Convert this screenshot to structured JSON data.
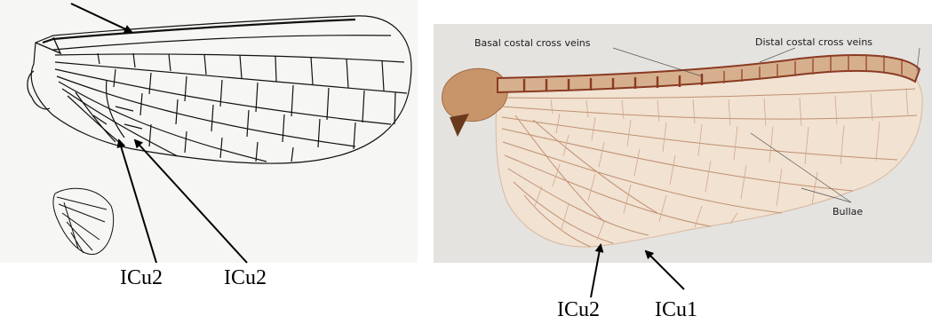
{
  "left_panel": {
    "labels": [
      "ICu2",
      "ICu2"
    ]
  },
  "right_panel": {
    "photo_labels": {
      "basal": "Basal costal cross veins",
      "distal": "Distal costal cross veins",
      "bullae": "Bullae"
    },
    "labels": [
      "ICu2",
      "ICu1"
    ]
  },
  "colors": {
    "line_drawing": "#111111",
    "wing_vein_photo": "#b07a5a",
    "costal_dark": "#8a3a22",
    "photo_background": "#e4e3df",
    "wing_membrane": "#f3e7da"
  }
}
